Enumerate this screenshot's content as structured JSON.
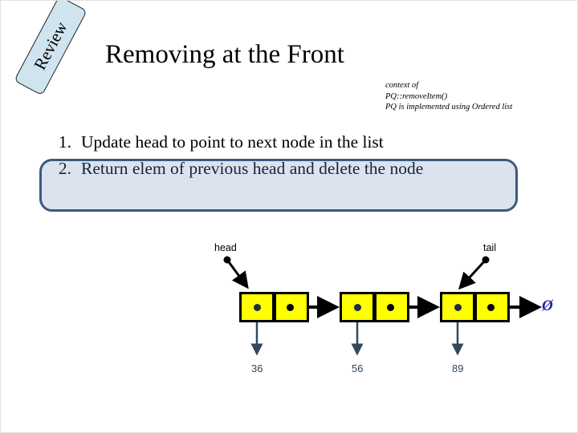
{
  "slide": {
    "banner_label": "Review",
    "title": "Removing at the Front",
    "context_note_lines": [
      "context of",
      "PQ::removeItem()",
      "PQ is implemented using Ordered list"
    ],
    "steps": [
      {
        "number": "1.",
        "text": "Update head to point to next node in the list"
      },
      {
        "number": "2.",
        "text": "Return elem of previous head and delete the node"
      }
    ],
    "diagram": {
      "head_label": "head",
      "tail_label": "tail",
      "null_symbol": "Ø",
      "node_values": [
        "36",
        "56",
        "89"
      ]
    },
    "colors": {
      "node_fill": "#ffff00",
      "node_border": "#000000",
      "box_fill": "#dbe3ef",
      "box_border": "#3c5a7e",
      "banner_fill": "#cfe4ef",
      "value_text": "#33475e",
      "null_color": "#23239c"
    }
  }
}
